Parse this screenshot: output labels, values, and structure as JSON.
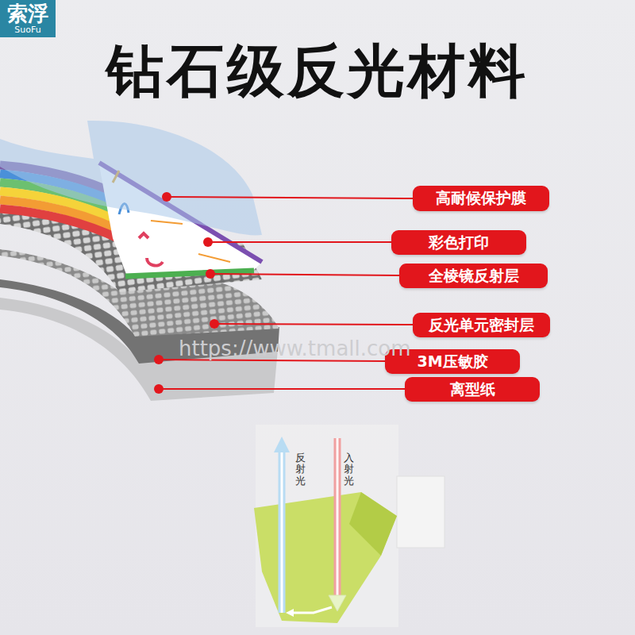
{
  "diagram": {
    "title": "钻石级反光材料",
    "nodes": [
      {
        "text": [
          "索浮",
          "SuoFu"
        ]
      },
      {
        "text": [
          "高耐候保护膜"
        ]
      },
      {
        "text": [
          "彩色打印"
        ]
      },
      {
        "text": [
          "全棱镜反射层"
        ]
      },
      {
        "text": [
          "反光单元密封层"
        ]
      },
      {
        "text": [
          "3M压敏胶"
        ]
      },
      {
        "text": [
          "离型纸"
        ]
      }
    ],
    "labels": [
      "https://www.tmall.com",
      "反射光",
      "入射光"
    ]
  }
}
